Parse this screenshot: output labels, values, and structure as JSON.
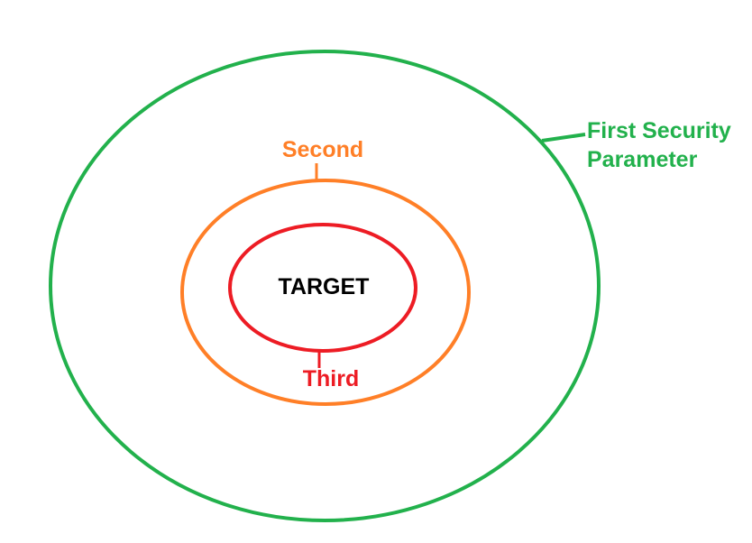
{
  "diagram": {
    "layers": [
      {
        "id": "outer",
        "label_lines": [
          "First Security",
          "Parameter"
        ],
        "color": "#22b14c"
      },
      {
        "id": "middle",
        "label": "Second",
        "color": "#ff7f27"
      },
      {
        "id": "inner",
        "label": "Third",
        "color": "#ed1c24"
      }
    ],
    "target": {
      "label": "TARGET",
      "color": "#000000"
    }
  }
}
